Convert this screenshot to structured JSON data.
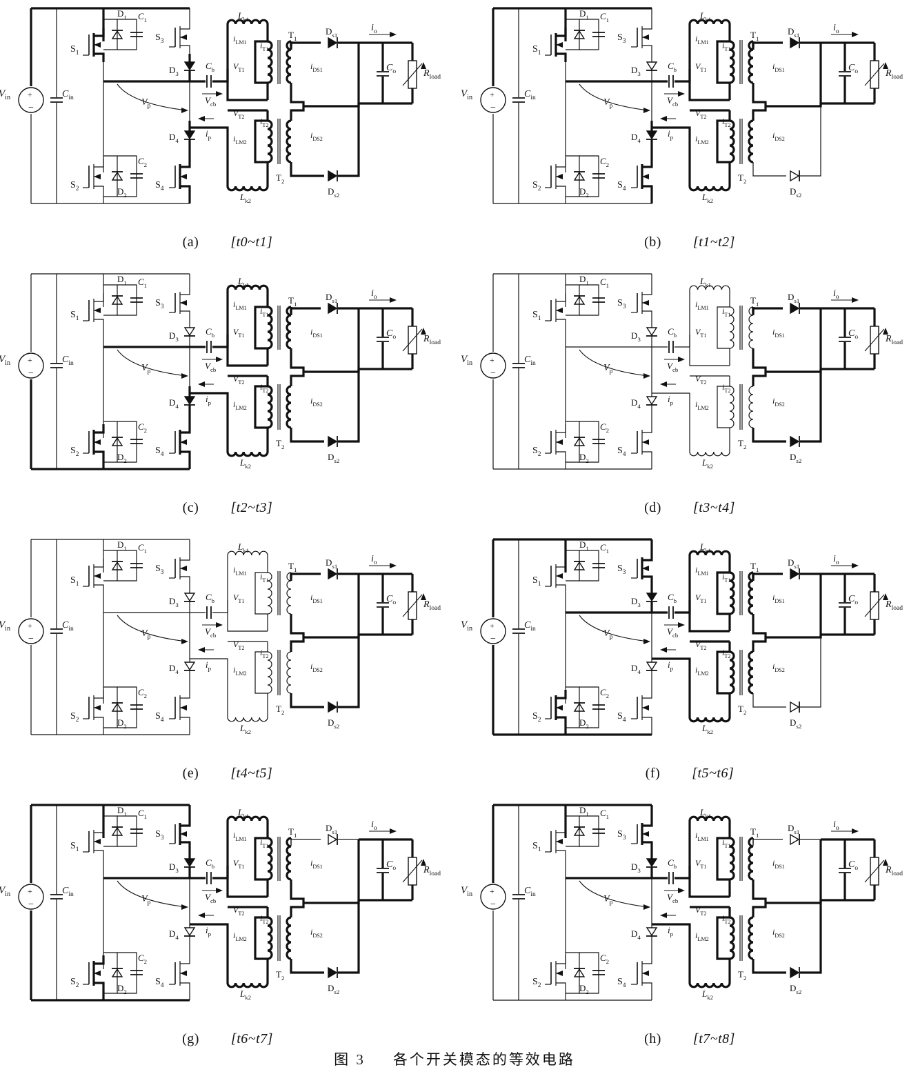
{
  "figure_caption": {
    "number": "图 3",
    "title": "各个开关模态的等效电路"
  },
  "panels": [
    {
      "letter": "(a)",
      "interval": "[t0~t1]",
      "bold": [
        "upper",
        "S1",
        "S4",
        "cb",
        "Lk1",
        "T1",
        "ds1",
        "out",
        "Lk2",
        "T2",
        "ds2",
        "D3",
        "D4"
      ]
    },
    {
      "letter": "(b)",
      "interval": "[t1~t2]",
      "bold": [
        "upper",
        "S1",
        "S4",
        "cb",
        "Lk1",
        "T1",
        "ds1",
        "out",
        "Lk2",
        "T2",
        "D4"
      ]
    },
    {
      "letter": "(c)",
      "interval": "[t2~t3]",
      "bold": [
        "lower",
        "S2",
        "S4",
        "cb",
        "Lk1",
        "T1",
        "ds1",
        "out",
        "Lk2",
        "T2",
        "ds2",
        "D4"
      ]
    },
    {
      "letter": "(d)",
      "interval": "[t3~t4]",
      "bold": [
        "ds1",
        "out",
        "ds2"
      ]
    },
    {
      "letter": "(e)",
      "interval": "[t4~t5]",
      "bold": [
        "ds1",
        "out",
        "ds2"
      ]
    },
    {
      "letter": "(f)",
      "interval": "[t5~t6]",
      "bold": [
        "upper",
        "lower",
        "S2",
        "S3",
        "cb",
        "Lk1",
        "T1",
        "ds1",
        "out",
        "Lk2",
        "T2",
        "D3"
      ]
    },
    {
      "letter": "(g)",
      "interval": "[t6~t7]",
      "bold": [
        "upper",
        "lower",
        "S2",
        "S3",
        "cb",
        "Lk1",
        "T1",
        "out",
        "Lk2",
        "T2",
        "ds2",
        "D3"
      ]
    },
    {
      "letter": "(h)",
      "interval": "[t7~t8]",
      "bold": [
        "upper",
        "S3",
        "cb",
        "Lk1",
        "T1",
        "out",
        "Lk2",
        "T2",
        "ds2",
        "D3"
      ]
    }
  ],
  "labels": {
    "vin": "Vin",
    "cin": "Cin",
    "s1": "S1",
    "s2": "S2",
    "s3": "S3",
    "s4": "S4",
    "d1": "D1",
    "d2": "D2",
    "d3": "D3",
    "d4": "D4",
    "c1": "C1",
    "c2": "C2",
    "cb": "Cb",
    "vcb": "Vcb",
    "vp": "Vp",
    "ip": "ip",
    "lk1": "Lk1",
    "lk2": "Lk2",
    "ilm1": "iLM1",
    "ilm2": "iLM2",
    "vt1": "VT1",
    "vt2": "VT2",
    "it1": "iT1",
    "it2": "iT2",
    "t1": "T1",
    "t2": "T2",
    "ids1": "iDS1",
    "ids2": "iDS2",
    "ds1": "Ds1",
    "ds2": "Ds2",
    "io": "io",
    "co": "Co",
    "rload": "Rload"
  },
  "colors": {
    "ink": "#111111",
    "background": "#ffffff"
  }
}
